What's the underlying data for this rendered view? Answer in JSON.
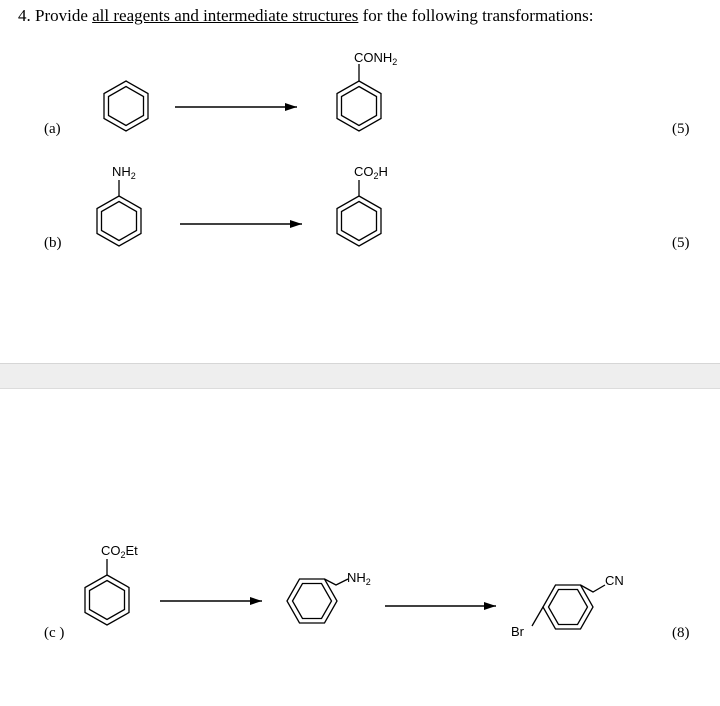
{
  "question": {
    "number": "4.",
    "text_before": "Provide",
    "text_underlined": "all reagents and intermediate structures",
    "text_after": "for the following transformations:"
  },
  "parts": [
    {
      "label": "(a)",
      "points": "(5)",
      "start_substituent": "",
      "product_substituent": "CONH2"
    },
    {
      "label": "(b)",
      "points": "(5)",
      "start_substituent": "NH2",
      "product_substituent": "CO2H"
    },
    {
      "label": "(c )",
      "points": "(8)",
      "start_substituent": "CO2Et",
      "intermediate_substituent": "NH2",
      "product_substituents": [
        "Br",
        "CN"
      ]
    }
  ],
  "colors": {
    "page_gap": "#eeeeee",
    "ink": "#000000"
  }
}
